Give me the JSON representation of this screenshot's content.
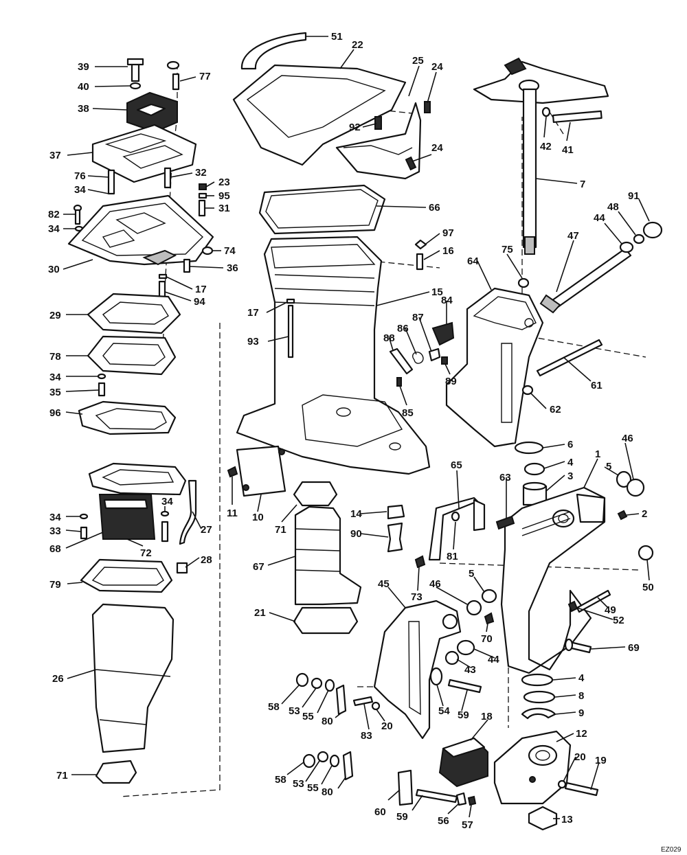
{
  "diagram": {
    "drawing_code": "EZ029",
    "callouts": [
      {
        "id": "51",
        "label": "51"
      },
      {
        "id": "22",
        "label": "22"
      },
      {
        "id": "25",
        "label": "25"
      },
      {
        "id": "24a",
        "label": "24"
      },
      {
        "id": "24b",
        "label": "24"
      },
      {
        "id": "92",
        "label": "92"
      },
      {
        "id": "39",
        "label": "39"
      },
      {
        "id": "40",
        "label": "40"
      },
      {
        "id": "77",
        "label": "77"
      },
      {
        "id": "38",
        "label": "38"
      },
      {
        "id": "37",
        "label": "37"
      },
      {
        "id": "76",
        "label": "76"
      },
      {
        "id": "32",
        "label": "32"
      },
      {
        "id": "34a",
        "label": "34"
      },
      {
        "id": "23",
        "label": "23"
      },
      {
        "id": "95",
        "label": "95"
      },
      {
        "id": "31",
        "label": "31"
      },
      {
        "id": "82",
        "label": "82"
      },
      {
        "id": "34b",
        "label": "34"
      },
      {
        "id": "74",
        "label": "74"
      },
      {
        "id": "30",
        "label": "30"
      },
      {
        "id": "36",
        "label": "36"
      },
      {
        "id": "17a",
        "label": "17"
      },
      {
        "id": "94",
        "label": "94"
      },
      {
        "id": "29",
        "label": "29"
      },
      {
        "id": "78",
        "label": "78"
      },
      {
        "id": "34c",
        "label": "34"
      },
      {
        "id": "35",
        "label": "35"
      },
      {
        "id": "96",
        "label": "96"
      },
      {
        "id": "34d",
        "label": "34"
      },
      {
        "id": "33",
        "label": "33"
      },
      {
        "id": "68",
        "label": "68"
      },
      {
        "id": "34e",
        "label": "34"
      },
      {
        "id": "72",
        "label": "72"
      },
      {
        "id": "27",
        "label": "27"
      },
      {
        "id": "28",
        "label": "28"
      },
      {
        "id": "79",
        "label": "79"
      },
      {
        "id": "26",
        "label": "26"
      },
      {
        "id": "71a",
        "label": "71"
      },
      {
        "id": "66",
        "label": "66"
      },
      {
        "id": "97",
        "label": "97"
      },
      {
        "id": "16",
        "label": "16"
      },
      {
        "id": "15",
        "label": "15"
      },
      {
        "id": "17b",
        "label": "17"
      },
      {
        "id": "93",
        "label": "93"
      },
      {
        "id": "84",
        "label": "84"
      },
      {
        "id": "87",
        "label": "87"
      },
      {
        "id": "86",
        "label": "86"
      },
      {
        "id": "88",
        "label": "88"
      },
      {
        "id": "89",
        "label": "89"
      },
      {
        "id": "85",
        "label": "85"
      },
      {
        "id": "11",
        "label": "11"
      },
      {
        "id": "10",
        "label": "10"
      },
      {
        "id": "71b",
        "label": "71"
      },
      {
        "id": "14",
        "label": "14"
      },
      {
        "id": "90",
        "label": "90"
      },
      {
        "id": "67",
        "label": "67"
      },
      {
        "id": "21",
        "label": "21"
      },
      {
        "id": "7",
        "label": "7"
      },
      {
        "id": "42",
        "label": "42"
      },
      {
        "id": "41",
        "label": "41"
      },
      {
        "id": "91",
        "label": "91"
      },
      {
        "id": "48",
        "label": "48"
      },
      {
        "id": "44a",
        "label": "44"
      },
      {
        "id": "47",
        "label": "47"
      },
      {
        "id": "75",
        "label": "75"
      },
      {
        "id": "64",
        "label": "64"
      },
      {
        "id": "61",
        "label": "61"
      },
      {
        "id": "62",
        "label": "62"
      },
      {
        "id": "6",
        "label": "6"
      },
      {
        "id": "4a",
        "label": "4"
      },
      {
        "id": "3",
        "label": "3"
      },
      {
        "id": "1",
        "label": "1"
      },
      {
        "id": "46a",
        "label": "46"
      },
      {
        "id": "5a",
        "label": "5"
      },
      {
        "id": "2",
        "label": "2"
      },
      {
        "id": "50",
        "label": "50"
      },
      {
        "id": "65",
        "label": "65"
      },
      {
        "id": "63",
        "label": "63"
      },
      {
        "id": "81",
        "label": "81"
      },
      {
        "id": "73",
        "label": "73"
      },
      {
        "id": "45",
        "label": "45"
      },
      {
        "id": "46b",
        "label": "46"
      },
      {
        "id": "5b",
        "label": "5"
      },
      {
        "id": "70",
        "label": "70"
      },
      {
        "id": "49",
        "label": "49"
      },
      {
        "id": "52",
        "label": "52"
      },
      {
        "id": "69",
        "label": "69"
      },
      {
        "id": "44b",
        "label": "44"
      },
      {
        "id": "43",
        "label": "43"
      },
      {
        "id": "4b",
        "label": "4"
      },
      {
        "id": "8",
        "label": "8"
      },
      {
        "id": "9",
        "label": "9"
      },
      {
        "id": "58a",
        "label": "58"
      },
      {
        "id": "53a",
        "label": "53"
      },
      {
        "id": "55a",
        "label": "55"
      },
      {
        "id": "80a",
        "label": "80"
      },
      {
        "id": "83",
        "label": "83"
      },
      {
        "id": "20a",
        "label": "20"
      },
      {
        "id": "54",
        "label": "54"
      },
      {
        "id": "59a",
        "label": "59"
      },
      {
        "id": "18",
        "label": "18"
      },
      {
        "id": "12",
        "label": "12"
      },
      {
        "id": "20b",
        "label": "20"
      },
      {
        "id": "19",
        "label": "19"
      },
      {
        "id": "58b",
        "label": "58"
      },
      {
        "id": "53b",
        "label": "53"
      },
      {
        "id": "55b",
        "label": "55"
      },
      {
        "id": "80b",
        "label": "80"
      },
      {
        "id": "60",
        "label": "60"
      },
      {
        "id": "59b",
        "label": "59"
      },
      {
        "id": "56",
        "label": "56"
      },
      {
        "id": "57",
        "label": "57"
      },
      {
        "id": "13",
        "label": "13"
      }
    ]
  }
}
